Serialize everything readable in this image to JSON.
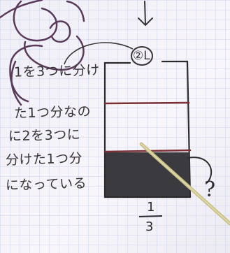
{
  "note": {
    "lines": [
      "1を3つに分け",
      "た1つ分なの",
      "に2を3つに",
      "分けた1つ分",
      "になっている"
    ]
  },
  "container": {
    "amount_label": "②L"
  },
  "fraction": {
    "numerator": "1",
    "denominator": "3"
  },
  "question_mark": "?",
  "colors": {
    "paper": "#f7f4f9",
    "grid": "#cdd3ea",
    "pencil": "#3a3436",
    "red_pencil": "#7a3036",
    "shaded": "#3b3a3e",
    "pointer": "#c9c08a",
    "doodle": "#5a3a5a"
  }
}
